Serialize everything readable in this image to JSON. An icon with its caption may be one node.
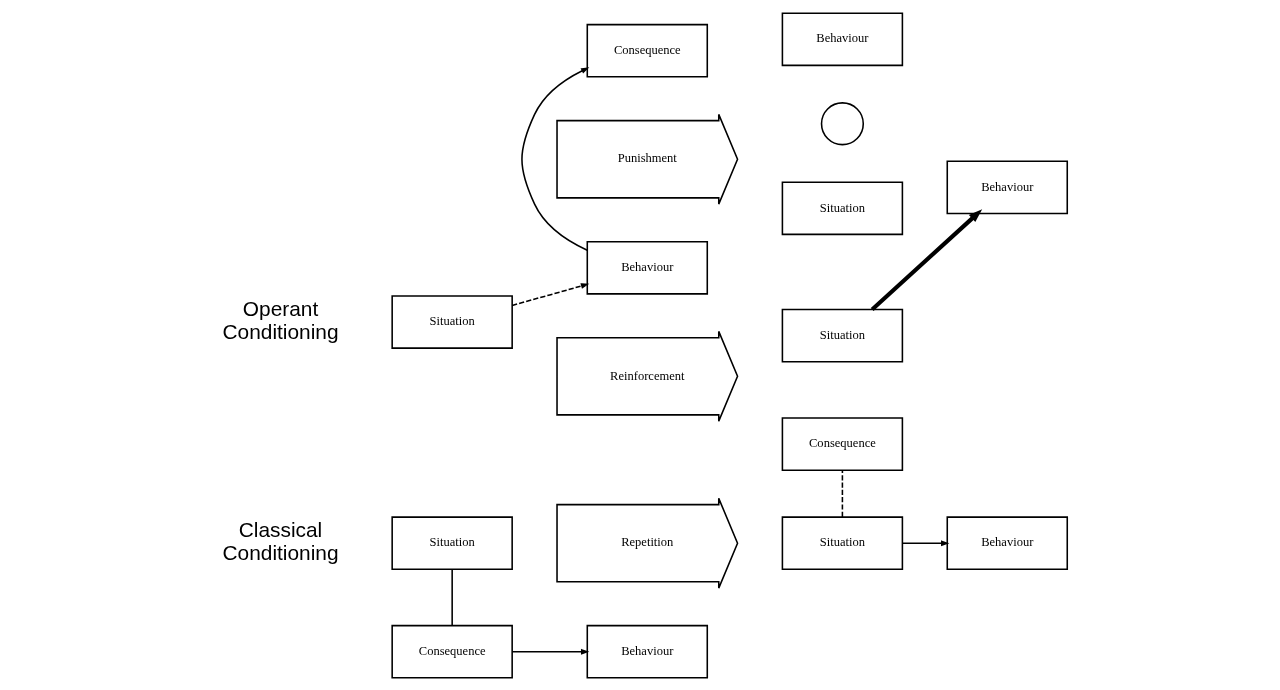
{
  "diagram": {
    "nodes": [
      {
        "text": [
          "Situation"
        ]
      },
      {
        "text": [
          "Consequence"
        ]
      },
      {
        "text": [
          "Behaviour"
        ]
      },
      {
        "text": [
          "Repetition"
        ]
      },
      {
        "text": [
          "Situation"
        ]
      },
      {
        "text": [
          "Behaviour"
        ]
      },
      {
        "text": [
          "Consequence"
        ]
      },
      {
        "text": [
          "Situation"
        ]
      },
      {
        "text": [
          "Behaviour"
        ]
      },
      {
        "text": [
          "Consequence"
        ]
      },
      {
        "text": [
          "Reinforcement"
        ]
      },
      {
        "text": [
          "Punishment"
        ]
      },
      {
        "text": [
          "Situation"
        ]
      },
      {
        "text": [
          "Behaviour"
        ]
      },
      {
        "text": [
          "Situation"
        ]
      },
      {
        "text": [],
        "shape": "circle"
      },
      {
        "text": [
          "Behaviour"
        ]
      }
    ],
    "edges": [
      {
        "from": 0,
        "to": 1,
        "arrow": "none"
      },
      {
        "from": 1,
        "to": 2,
        "arrow": "to"
      },
      {
        "from": 4,
        "to": 5,
        "arrow": "to"
      },
      {
        "from": 4,
        "to": 6,
        "arrow": "none",
        "style": "dashed"
      },
      {
        "from": 7,
        "to": 8,
        "arrow": "to",
        "style": "dashed"
      },
      {
        "from": 8,
        "to": 9,
        "arrow": "to"
      },
      {
        "from": 12,
        "to": 13,
        "arrow": "to",
        "style": "thick"
      }
    ],
    "labels": [
      "Classical Conditioning",
      "Operant Conditioning"
    ]
  }
}
